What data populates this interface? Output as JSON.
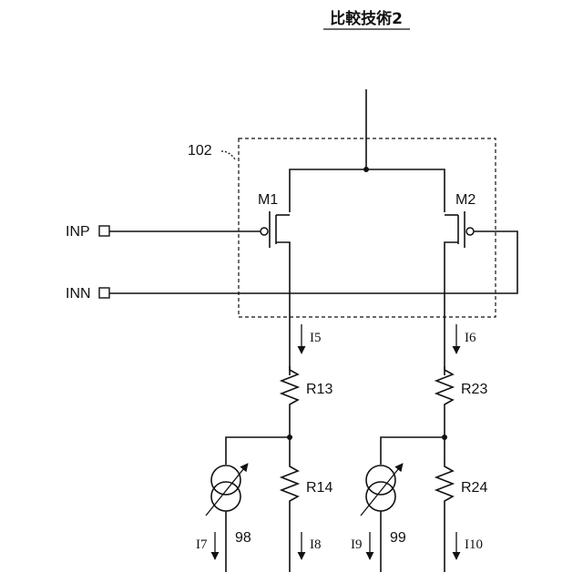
{
  "title": "比較技術2",
  "block_label": "102",
  "transistors": [
    "M1",
    "M2"
  ],
  "inputs": {
    "inp": "INP",
    "inn": "INN"
  },
  "currents": {
    "i5": "I5",
    "i6": "I6",
    "i7": "I7",
    "i8": "I8",
    "i9": "I9",
    "i10": "I10"
  },
  "resistors": {
    "r13": "R13",
    "r14": "R14",
    "r23": "R23",
    "r24": "R24"
  },
  "sources": {
    "left": "98",
    "right": "99"
  }
}
